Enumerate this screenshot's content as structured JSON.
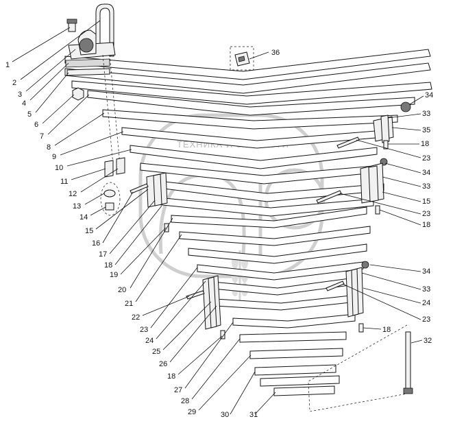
{
  "watermark": {
    "brand_text": "ТЕХНИКА И ЗАПЧАСТИ"
  },
  "callouts_left": [
    "1",
    "2",
    "3",
    "4",
    "5",
    "6",
    "7",
    "8",
    "9",
    "10",
    "11",
    "12",
    "13",
    "14",
    "15",
    "16",
    "17",
    "18",
    "19",
    "20",
    "21",
    "22",
    "23",
    "24",
    "25",
    "26",
    "18",
    "27",
    "28",
    "29",
    "30",
    "31"
  ],
  "callouts_right": [
    "36",
    "34",
    "33",
    "35",
    "18",
    "23",
    "34",
    "33",
    "15",
    "23",
    "18",
    "34",
    "33",
    "24",
    "23",
    "18",
    "32"
  ]
}
